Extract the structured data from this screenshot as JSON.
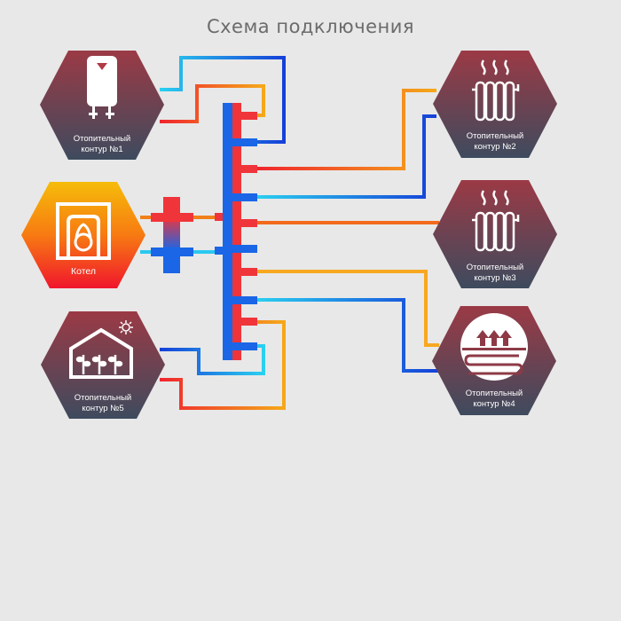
{
  "title": "Схема подключения",
  "boiler": {
    "label": "Котел",
    "icon": "boiler-flame-icon"
  },
  "circuits": [
    {
      "line1": "Отопительный",
      "line2": "контур  №1",
      "icon": "water-heater-icon"
    },
    {
      "line1": "Отопительный",
      "line2": "контур  №2",
      "icon": "radiator-icon"
    },
    {
      "line1": "Отопительный",
      "line2": "контур  №3",
      "icon": "radiator-icon"
    },
    {
      "line1": "Отопительный",
      "line2": "контур  №4",
      "icon": "floor-heating-icon"
    },
    {
      "line1": "Отопительный",
      "line2": "контур  №5",
      "icon": "greenhouse-icon"
    }
  ],
  "colors": {
    "hot": "#f0242e",
    "warm": "#f7a21a",
    "cold": "#1565e0",
    "cool": "#2ad0f0",
    "hex_top": "#9b3a45",
    "hex_bottom": "#3e4b5e",
    "boiler_top": "#f6bc0a",
    "boiler_bottom": "#f0162c",
    "background": "#e8e8e8"
  }
}
